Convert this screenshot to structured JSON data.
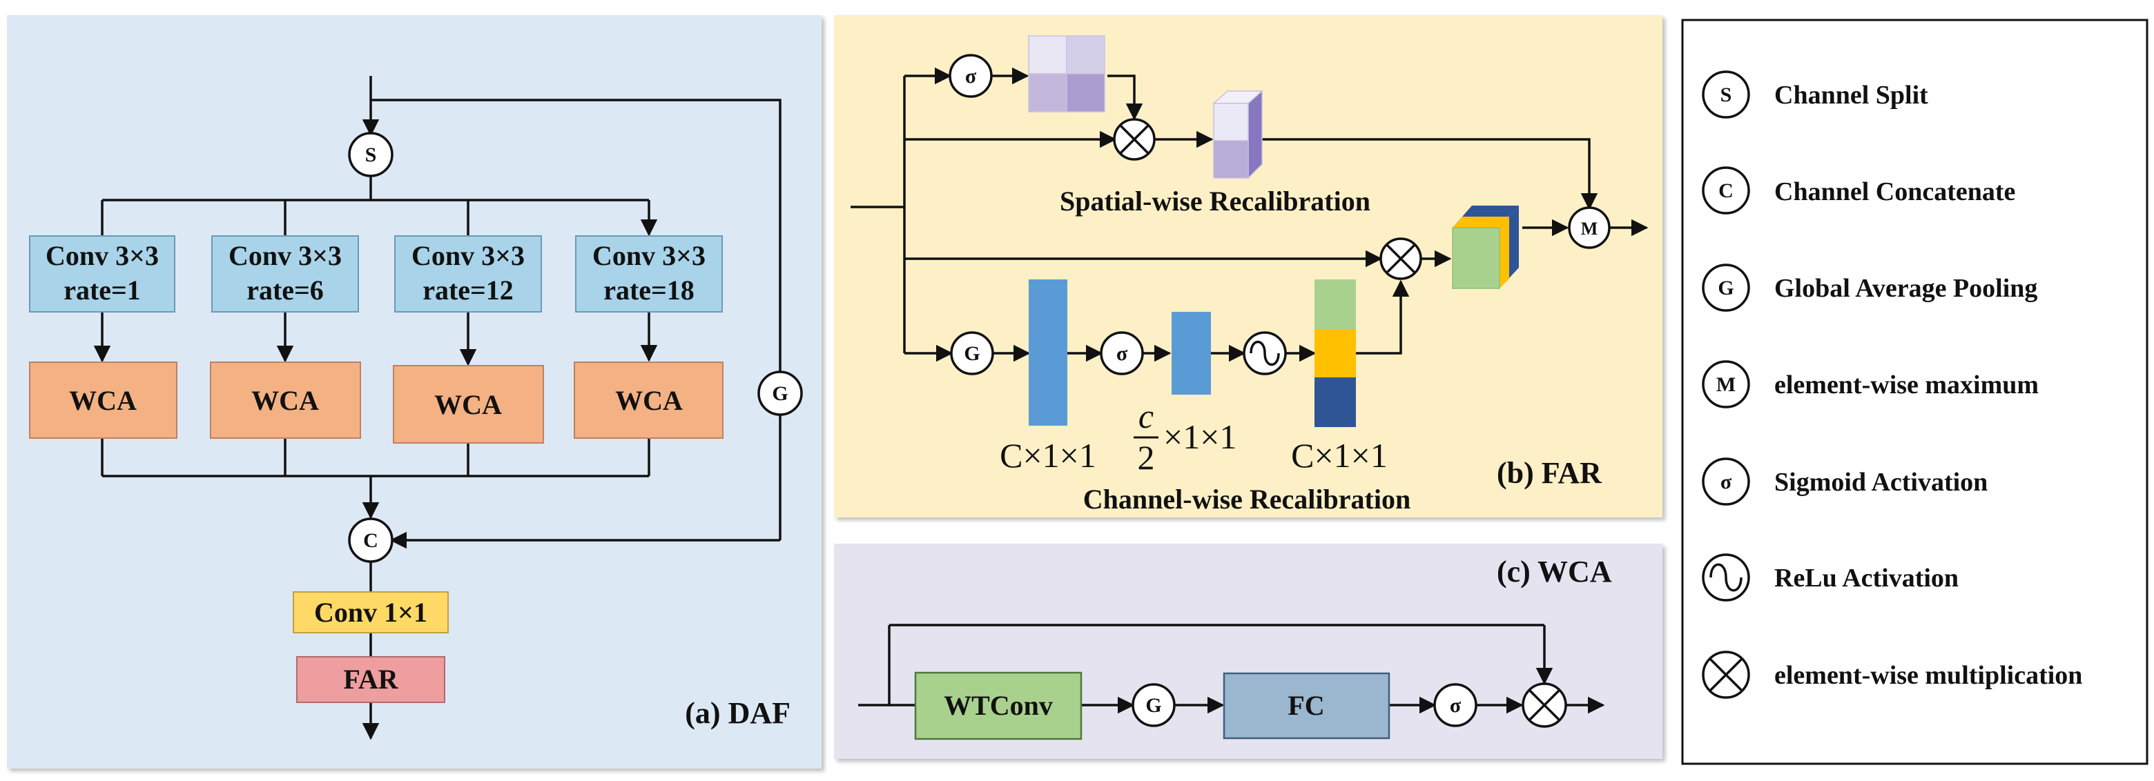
{
  "daf": {
    "caption": "(a) DAF",
    "split_symbol": "S",
    "gap_symbol": "G",
    "concat_symbol": "C",
    "branches": [
      {
        "conv": "Conv 3×3",
        "rate": "rate=1",
        "wca": "WCA"
      },
      {
        "conv": "Conv 3×3",
        "rate": "rate=6",
        "wca": "WCA"
      },
      {
        "conv": "Conv 3×3",
        "rate": "rate=12",
        "wca": "WCA"
      },
      {
        "conv": "Conv 3×3",
        "rate": "rate=18",
        "wca": "WCA"
      }
    ],
    "conv1x1": "Conv 1×1",
    "far": "FAR"
  },
  "far": {
    "caption": "(b) FAR",
    "spatial_label": "Spatial-wise Recalibration",
    "channel_label": "Channel-wise Recalibration",
    "sigma_symbol": "σ",
    "gap_symbol": "G",
    "max_symbol": "M",
    "dims": {
      "first": "C×1×1",
      "second_num": "c",
      "second_den": "2",
      "second_rest": "×1×1",
      "third": "C×1×1"
    }
  },
  "wca": {
    "caption": "(c) WCA",
    "wtconv": "WTConv",
    "gap_symbol": "G",
    "fc": "FC",
    "sigma_symbol": "σ"
  },
  "legend": {
    "items": [
      {
        "symbol": "S",
        "icon": "channel-split-icon",
        "label": "Channel Split"
      },
      {
        "symbol": "C",
        "icon": "channel-concat-icon",
        "label": "Channel Concatenate"
      },
      {
        "symbol": "G",
        "icon": "gap-icon",
        "label": "Global Average Pooling"
      },
      {
        "symbol": "M",
        "icon": "max-icon",
        "label": "element-wise maximum"
      },
      {
        "symbol": "σ",
        "icon": "sigmoid-icon",
        "label": "Sigmoid Activation"
      },
      {
        "symbol": "",
        "icon": "relu-icon",
        "label": "ReLu Activation"
      },
      {
        "symbol": "",
        "icon": "multiply-icon",
        "label": "element-wise multiplication"
      }
    ]
  },
  "colors": {
    "daf_bg": "#dde8f5",
    "far_bg": "#fdf0c6",
    "wca_bg": "#e6e3f1",
    "conv_box": "#a9d3e8",
    "wca_box": "#f4b183",
    "conv1x1_box": "#ffd966",
    "far_box": "#ee9e9f",
    "wtconv_box": "#a9d18e",
    "fc_box": "#9ab7cf",
    "channel_bar": "#5b9bd5"
  }
}
